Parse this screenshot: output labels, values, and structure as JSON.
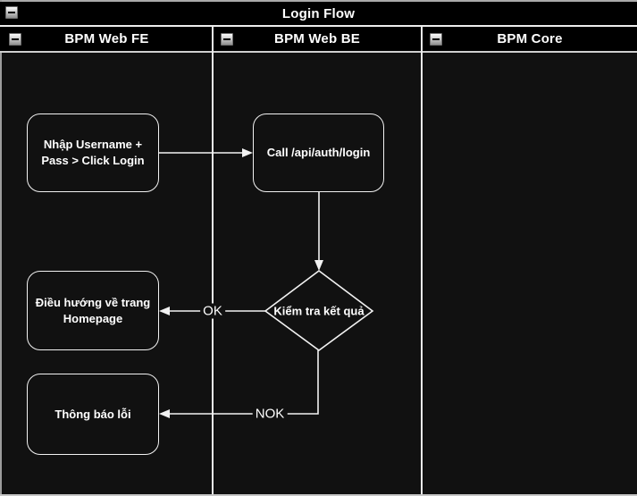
{
  "diagram": {
    "title": "Login Flow",
    "lanes": [
      {
        "label": "BPM Web FE"
      },
      {
        "label": "BPM Web BE"
      },
      {
        "label": "BPM Core"
      }
    ],
    "nodes": {
      "input_login": {
        "label": "Nhập Username + Pass > Click Login",
        "lane": "BPM Web FE",
        "shape": "rounded-rect"
      },
      "call_api": {
        "label": "Call /api/auth/login",
        "lane": "BPM Web BE",
        "shape": "rounded-rect"
      },
      "check_result": {
        "label": "Kiểm tra kết quả",
        "lane": "BPM Web BE",
        "shape": "decision-diamond"
      },
      "redirect_home": {
        "label": "Điều hướng về trang Homepage",
        "lane": "BPM Web FE",
        "shape": "rounded-rect"
      },
      "error_message": {
        "label": "Thông báo lỗi",
        "lane": "BPM Web FE",
        "shape": "rounded-rect"
      }
    },
    "edges": {
      "input_to_call": {
        "from": "input_login",
        "to": "call_api",
        "label": ""
      },
      "call_to_check": {
        "from": "call_api",
        "to": "check_result",
        "label": ""
      },
      "check_to_home": {
        "from": "check_result",
        "to": "redirect_home",
        "label": "OK"
      },
      "check_to_error": {
        "from": "check_result",
        "to": "error_message",
        "label": "NOK"
      }
    },
    "icons": {
      "collapse": "minus-in-square-button"
    },
    "colors": {
      "canvas_background": "#111111",
      "panel_background": "#000000",
      "shape_stroke": "#f2f2f2",
      "lane_divider": "#ededed",
      "outer_frame": "#aaaaaa",
      "text": "#ffffff"
    }
  }
}
